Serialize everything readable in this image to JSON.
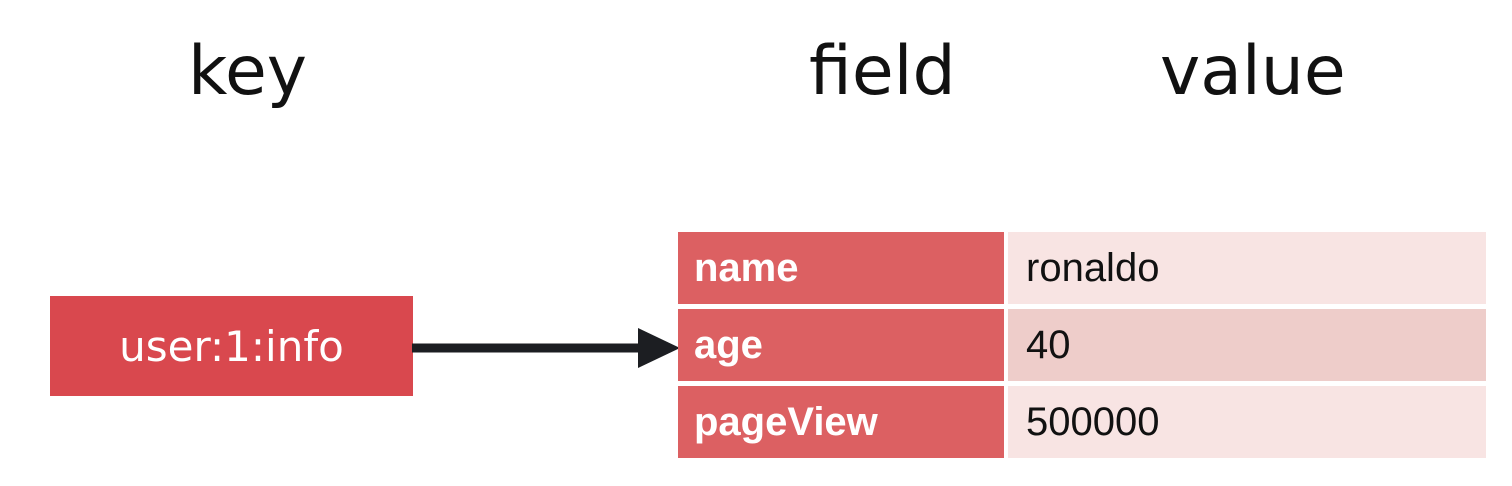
{
  "headings": {
    "key": "key",
    "field": "field",
    "value": "value"
  },
  "key_box": {
    "label": "user:1:info"
  },
  "hash": {
    "rows": [
      {
        "field": "name",
        "value": "ronaldo"
      },
      {
        "field": "age",
        "value": "40"
      },
      {
        "field": "pageView",
        "value": "500000"
      }
    ]
  },
  "colors": {
    "key_fill": "#d9484e",
    "field_fill": "#dc6062",
    "value_fill": "#f8e4e3",
    "value_fill_alt": "#eecdca",
    "arrow": "#1c1e22"
  }
}
